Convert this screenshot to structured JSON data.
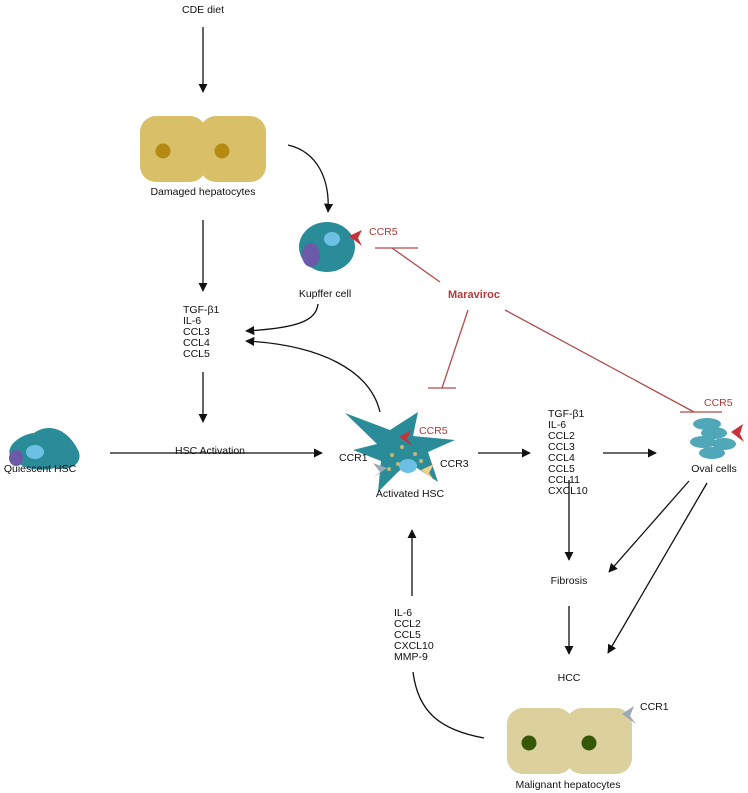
{
  "labels": {
    "cde_diet": "CDE diet",
    "damaged_hepatocytes": "Damaged hepatocytes",
    "kupffer_cell": "Kupffer cell",
    "ccr5_kupffer": "CCR5",
    "maraviroc": "Maraviroc",
    "quiescent_hsc": "Quiescent HSC",
    "hsc_activation": "HSC Activation",
    "activated_hsc": "Activated HSC",
    "ccr5_hsc": "CCR5",
    "ccr1_hsc": "CCR1",
    "ccr3_hsc": "CCR3",
    "ccr5_oval": "CCR5",
    "oval_cells": "Oval cells",
    "fibrosis": "Fibrosis",
    "hcc": "HCC",
    "malignant_hepatocytes": "Malignant hepatocytes",
    "ccr1_malignant": "CCR1"
  },
  "cytokine_lists": {
    "upper_left": [
      "TGF-β1",
      "IL-6",
      "CCL3",
      "CCL4",
      "CCL5"
    ],
    "right": [
      "TGF-β1",
      "IL-6",
      "CCL2",
      "CCL3",
      "CCL4",
      "CCL5",
      "CCL11",
      "CXCL10"
    ],
    "lower": [
      "IL-6",
      "CCL2",
      "CCL5",
      "CXCL10",
      "MMP-9"
    ]
  },
  "colors": {
    "hepatocyte_fill": "#d9c068",
    "hepatocyte_nucleus": "#b58a10",
    "malignant_fill": "#dcd09c",
    "malignant_nucleus": "#355808",
    "cell_teal": "#2a8c98",
    "cell_nucleus": "#6cc0e4",
    "cell_purple": "#6b5aa8",
    "receptor_red": "#c8323a",
    "receptor_gray": "#9aa8b8",
    "receptor_peach": "#f2cf88",
    "inhibition_red": "#b24a4a"
  }
}
